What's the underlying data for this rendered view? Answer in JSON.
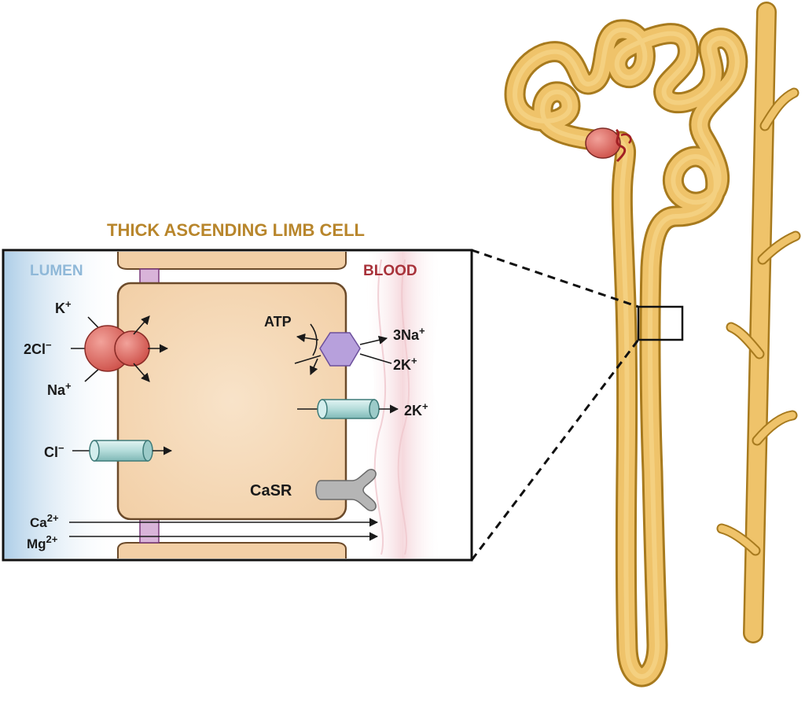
{
  "title": "THICK ASCENDING LIMB CELL",
  "lumen_label": "LUMEN",
  "blood_label": "BLOOD",
  "ions": {
    "k_plus": "K",
    "k_plus_sup": "+",
    "two_cl": "2Cl",
    "two_cl_sup": "−",
    "na_plus": "Na",
    "na_plus_sup": "+",
    "cl": "Cl",
    "cl_sup": "−",
    "atp": "ATP",
    "three_na": "3Na",
    "three_na_sup": "+",
    "two_k_pump": "2K",
    "two_k_pump_sup": "+",
    "two_k_channel": "2K",
    "two_k_channel_sup": "+",
    "casr": "CaSR",
    "ca": "Ca",
    "ca_sup": "2+",
    "mg": "Mg",
    "mg_sup": "2+"
  },
  "colors": {
    "title": "#b8862c",
    "lumen": "#8fb8d8",
    "blood": "#a8323a",
    "tubule": "#efc36a",
    "cell": "#f6d7b4",
    "cotransporter": "#d86060",
    "pump": "#b7a0dc",
    "channel": "#b9e0de",
    "receptor": "#b5b5b5",
    "glomerulus": "#d8574c"
  }
}
